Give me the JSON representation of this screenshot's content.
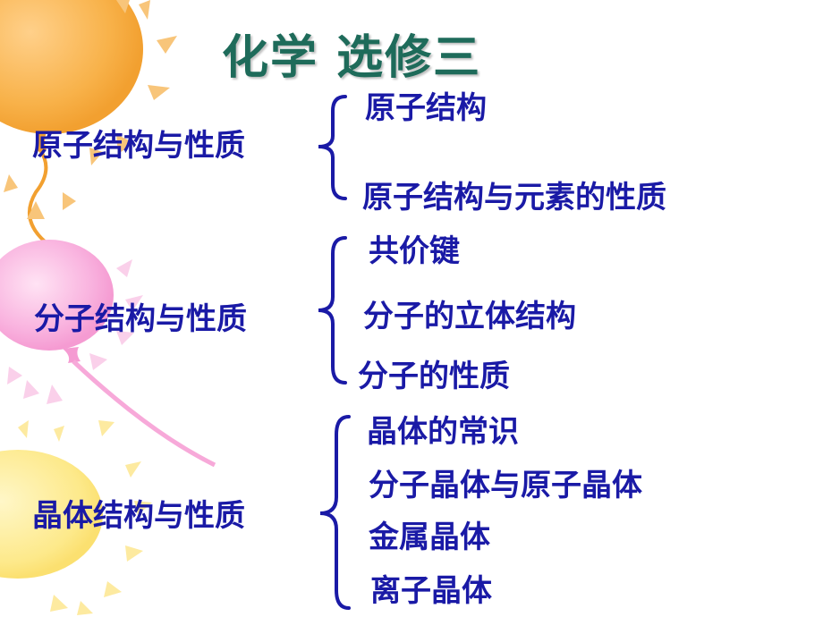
{
  "title": "化学 选修三",
  "colors": {
    "title": "#1e6b5a",
    "text": "#1a1aa6"
  },
  "sections": [
    {
      "label": "原子结构与性质",
      "items": [
        "原子结构",
        "原子结构与元素的性质"
      ]
    },
    {
      "label": "分子结构与性质",
      "items": [
        "共价键",
        "分子的立体结构",
        "分子的性质"
      ]
    },
    {
      "label": "晶体结构与性质",
      "items": [
        "晶体的常识",
        "分子晶体与原子晶体",
        "金属晶体",
        "离子晶体"
      ]
    }
  ]
}
